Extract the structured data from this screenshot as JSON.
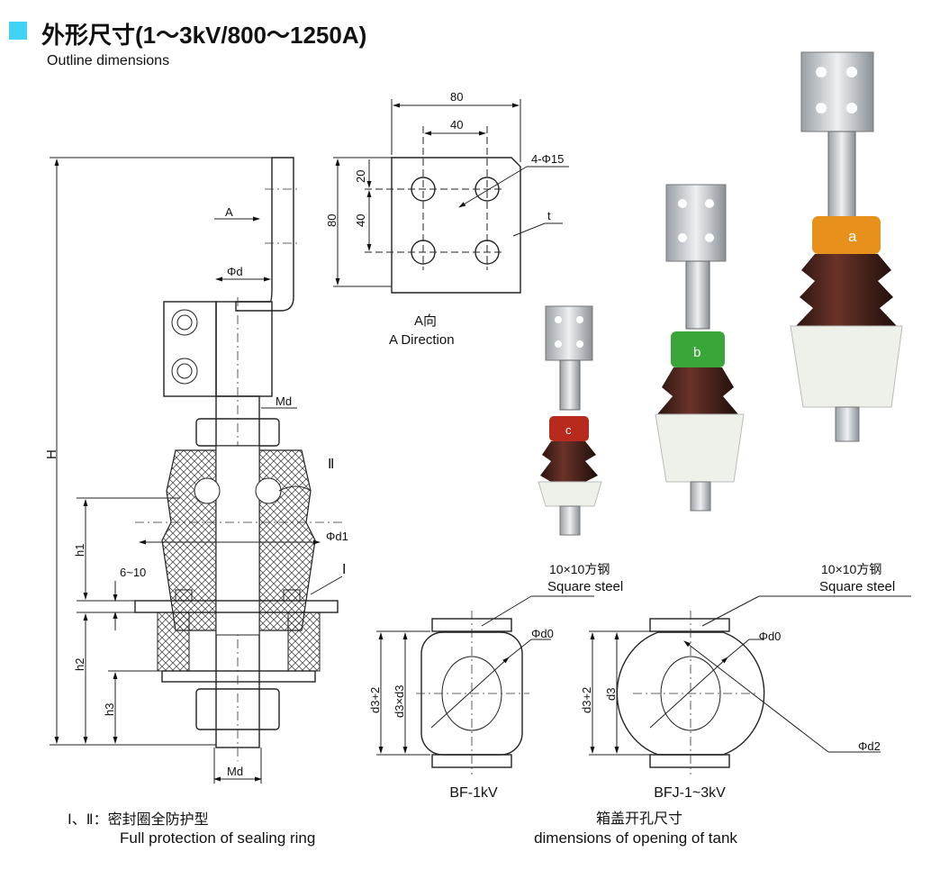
{
  "header": {
    "title": "外形尺寸(1～3kV/800～1250A)",
    "subtitle": "Outline dimensions",
    "accent_color": "#3fd3f5"
  },
  "section_view": {
    "labels": {
      "H": "H",
      "A": "A",
      "phi_d": "Φd",
      "Md_top": "Md",
      "II": "Ⅱ",
      "phi_d1": "Φd1",
      "I": "Ⅰ",
      "h1": "h1",
      "gap": "6~10",
      "h2": "h2",
      "h3": "h3",
      "Md_bottom": "Md"
    },
    "caption_cn": "Ⅰ、Ⅱ：密封圈全防护型",
    "caption_en": "Full protection of sealing ring"
  },
  "terminal_plate": {
    "width_dim": "80",
    "hole_spacing_dim": "40",
    "height_dim": "80",
    "edge_dim": "20",
    "vertical_spacing_dim": "40",
    "holes_label": "4-Φ15",
    "thickness_label": "t",
    "view_cn": "A向",
    "view_en": "A  Direction"
  },
  "photos": {
    "small": {
      "ring_label": "c",
      "ring_color": "#b82a1e"
    },
    "medium": {
      "ring_label": "b",
      "ring_color": "#3aa63a"
    },
    "large": {
      "ring_label": "a",
      "ring_color": "#e8901c"
    }
  },
  "tank_openings": {
    "bf": {
      "steel_cn": "10×10方钢",
      "steel_en": "Square steel",
      "phi_d0": "Φd0",
      "dim_outer": "d3+2",
      "dim_inner": "d3×d3",
      "name": "BF-1kV"
    },
    "bfj": {
      "steel_cn": "10×10方钢",
      "steel_en": "Square steel",
      "phi_d0": "Φd0",
      "phi_d2": "Φd2",
      "dim_outer": "d3+2",
      "dim_inner": "d3",
      "name": "BFJ-1~3kV"
    },
    "caption_cn": "箱盖开孔尺寸",
    "caption_en": "dimensions of opening of tank"
  }
}
